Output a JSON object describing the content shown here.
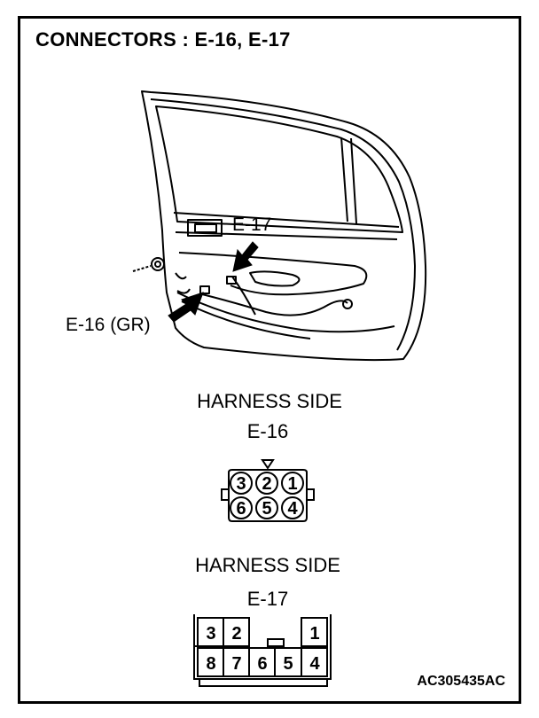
{
  "title": "CONNECTORS : E-16, E-17",
  "callouts": {
    "e17": "E-17",
    "e16": "E-16 (GR)"
  },
  "connector_e16": {
    "side_label": "HARNESS SIDE",
    "name": "E-16",
    "top_row": [
      "3",
      "2",
      "1"
    ],
    "bottom_row": [
      "6",
      "5",
      "4"
    ]
  },
  "connector_e17": {
    "side_label": "HARNESS SIDE",
    "name": "E-17",
    "top_row": [
      "3",
      "2",
      "",
      "",
      "1"
    ],
    "bottom_row": [
      "8",
      "7",
      "6",
      "5",
      "4"
    ]
  },
  "figure_code": "AC305435AC"
}
